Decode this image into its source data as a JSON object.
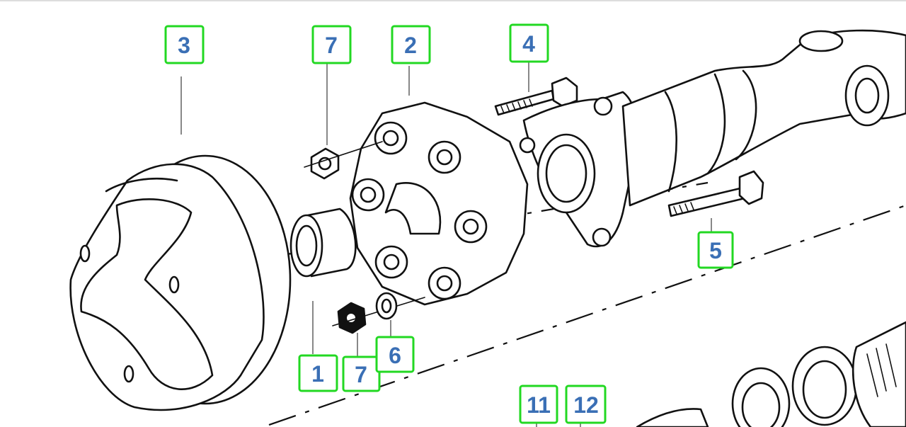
{
  "diagram": {
    "callouts": [
      {
        "id": "c3",
        "label": "3"
      },
      {
        "id": "c7a",
        "label": "7"
      },
      {
        "id": "c2",
        "label": "2"
      },
      {
        "id": "c4",
        "label": "4"
      },
      {
        "id": "c5",
        "label": "5"
      },
      {
        "id": "c1",
        "label": "1"
      },
      {
        "id": "c7b",
        "label": "7"
      },
      {
        "id": "c6",
        "label": "6"
      },
      {
        "id": "c11",
        "label": "11"
      },
      {
        "id": "c12",
        "label": "12"
      }
    ],
    "colors": {
      "callout_border": "#22d822",
      "callout_text": "#3a6fb5",
      "line_art": "#111111",
      "background": "#ffffff"
    }
  }
}
